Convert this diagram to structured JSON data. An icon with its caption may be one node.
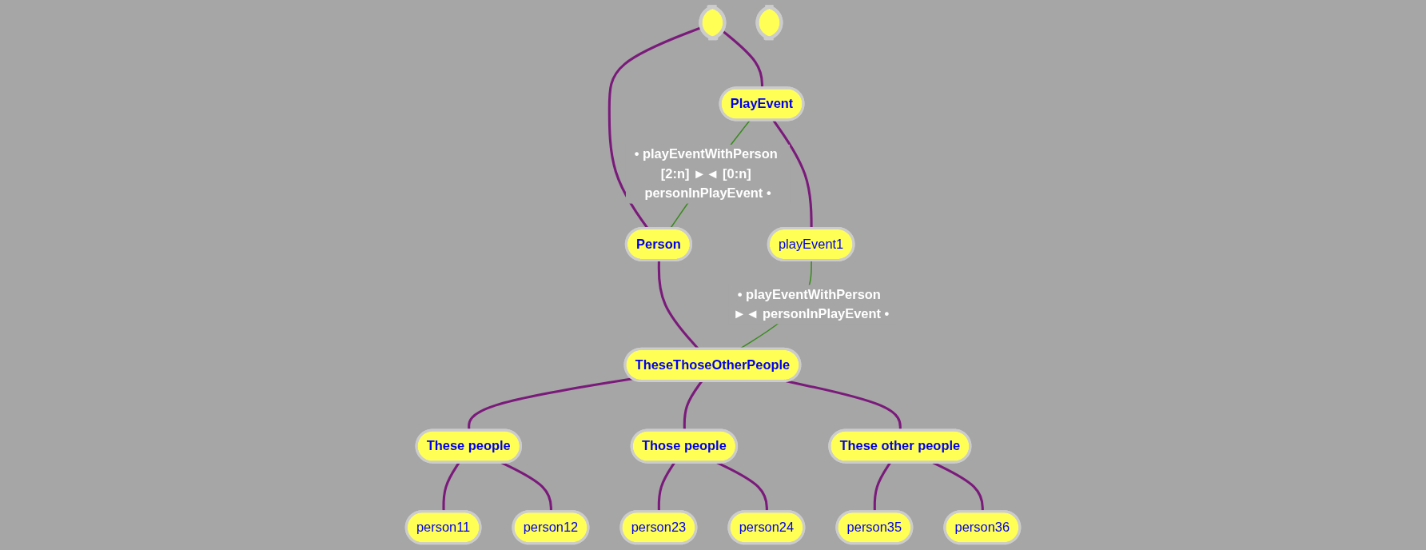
{
  "diagram": {
    "nodes": [
      {
        "text": [],
        "shape": "ellipse"
      },
      {
        "text": [
          "PlayEvent"
        ]
      },
      {
        "text": [
          "Person"
        ]
      },
      {
        "text": [
          "TheseThoseOtherPeople"
        ]
      },
      {
        "text": [
          "These people"
        ]
      },
      {
        "text": [
          "Those people"
        ]
      },
      {
        "text": [
          "These other people"
        ]
      },
      {
        "text": [
          "playEvent1"
        ]
      },
      {
        "text": [
          "person11"
        ]
      },
      {
        "text": [
          "person12"
        ]
      },
      {
        "text": [
          "person23"
        ]
      },
      {
        "text": [
          "person24"
        ]
      },
      {
        "text": [
          "person35"
        ]
      },
      {
        "text": [
          "person36"
        ]
      },
      {
        "text": [],
        "shape": "ellipse"
      }
    ],
    "edges": [
      {
        "from": 0,
        "to": 1,
        "arrow": "none"
      },
      {
        "from": 0,
        "to": 2,
        "arrow": "none"
      },
      {
        "from": 1,
        "to": 2,
        "arrow": "none",
        "label": "• playEventWithPerson [2:n] ►◄ [0:n] personInPlayEvent •",
        "color": "#3a8a1e"
      },
      {
        "from": 1,
        "to": 7,
        "arrow": "none"
      },
      {
        "from": 2,
        "to": 3,
        "arrow": "none"
      },
      {
        "from": 7,
        "to": 3,
        "arrow": "none",
        "label": "• playEventWithPerson ►◄ personInPlayEvent •",
        "color": "#3a8a1e"
      },
      {
        "from": 3,
        "to": 4,
        "arrow": "none"
      },
      {
        "from": 3,
        "to": 5,
        "arrow": "none"
      },
      {
        "from": 3,
        "to": 6,
        "arrow": "none"
      },
      {
        "from": 4,
        "to": 8,
        "arrow": "none"
      },
      {
        "from": 4,
        "to": 9,
        "arrow": "none"
      },
      {
        "from": 5,
        "to": 10,
        "arrow": "none"
      },
      {
        "from": 5,
        "to": 11,
        "arrow": "none"
      },
      {
        "from": 6,
        "to": 12,
        "arrow": "none"
      },
      {
        "from": 6,
        "to": 13,
        "arrow": "none"
      }
    ]
  }
}
